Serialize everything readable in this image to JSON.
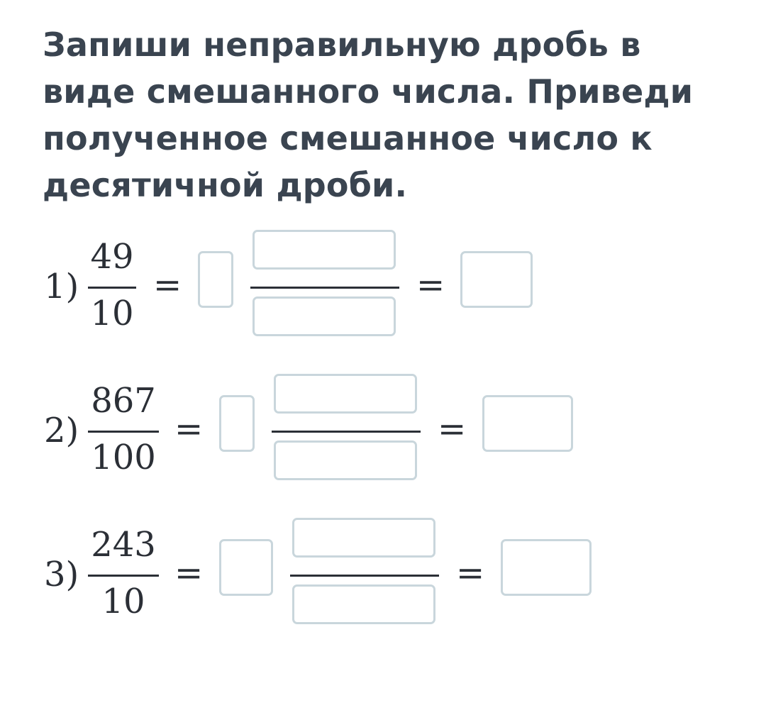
{
  "task": {
    "title": "Запиши неправильную дробь в виде смешанного числа. Приведи полученное смешанное число к десятичной дроби."
  },
  "problems": [
    {
      "label": "1)",
      "numerator": "49",
      "denominator": "10",
      "equals": "="
    },
    {
      "label": "2)",
      "numerator": "867",
      "denominator": "100",
      "equals": "="
    },
    {
      "label": "3)",
      "numerator": "243",
      "denominator": "10",
      "equals": "="
    }
  ],
  "inputs": {
    "whole_values": [
      "",
      "",
      ""
    ],
    "numerator_values": [
      "",
      "",
      ""
    ],
    "denominator_values": [
      "",
      "",
      ""
    ],
    "decimal_values": [
      "",
      "",
      ""
    ]
  },
  "colors": {
    "title_text": "#3a4450",
    "math_text": "#2b2f36",
    "input_border": "#c9d6dc"
  }
}
